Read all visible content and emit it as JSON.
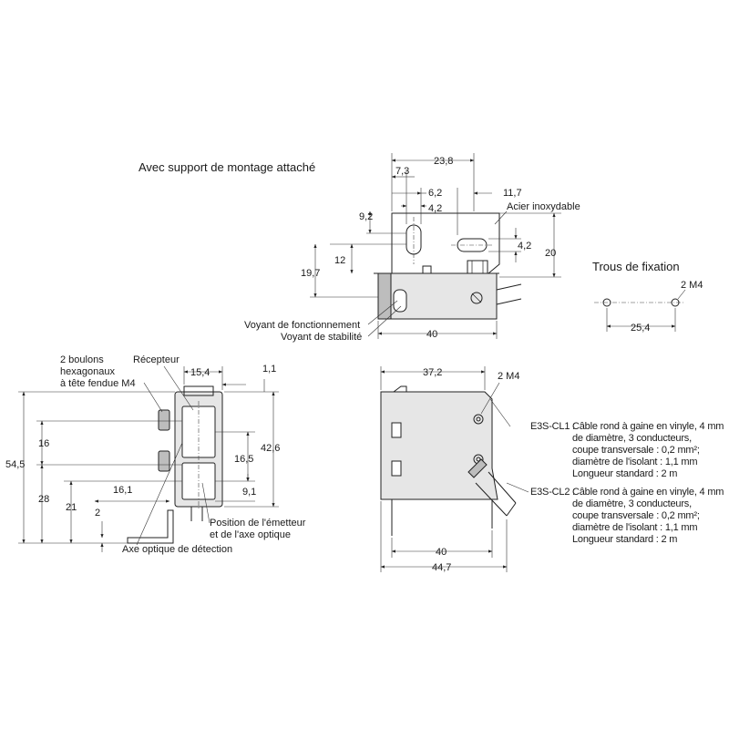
{
  "titles": {
    "with_bracket": "Avec support de montage attaché",
    "mounting_holes": "Trous de fixation"
  },
  "labels": {
    "stainless_steel": "Acier inoxydable",
    "operation_indicator": "Voyant de fonctionnement",
    "stability_indicator": "Voyant de stabilité",
    "hex_bolts": [
      "2 boulons",
      "hexagonaux",
      "à tête fendue M4"
    ],
    "receiver": "Récepteur",
    "emitter_position": [
      "Position de l'émetteur",
      "et de l'axe optique"
    ],
    "detection_axis": "Axe optique de détection",
    "m4_top": "2 M4",
    "m4_side": "2 M4"
  },
  "dimensions": {
    "d23_8": "23,8",
    "d7_3": "7,3",
    "d6_2": "6,2",
    "d11_7": "11,7",
    "d4_2a": "4,2",
    "d9_2": "9,2",
    "d4_2b": "4,2",
    "d20": "20",
    "d12": "12",
    "d19_7": "19,7",
    "d40_top": "40",
    "d25_4": "25,4",
    "d15_4": "15,4",
    "d1_1": "1,1",
    "d54_5": "54,5",
    "d16": "16",
    "d42_6": "42,6",
    "d16_5": "16,5",
    "d16_1": "16,1",
    "d9_1": "9,1",
    "d28": "28",
    "d21": "21",
    "d2": "2",
    "d37_2": "37,2",
    "d40_side": "40",
    "d44_7": "44,7"
  },
  "cables": [
    {
      "model": "E3S-CL1 :",
      "lines": [
        "Câble rond à gaine en vinyle, 4 mm",
        "de diamètre, 3 conducteurs,",
        "coupe transversale : 0,2 mm²;",
        "diamètre de l'isolant : 1,1 mm",
        "Longueur standard : 2 m"
      ]
    },
    {
      "model": "E3S-CL2 :",
      "lines": [
        "Câble rond à gaine en vinyle, 4 mm",
        "de diamètre, 3 conducteurs,",
        "coupe transversale : 0,2 mm²;",
        "diamètre de l'isolant : 1,1 mm",
        "Longueur standard : 2 m"
      ]
    }
  ]
}
